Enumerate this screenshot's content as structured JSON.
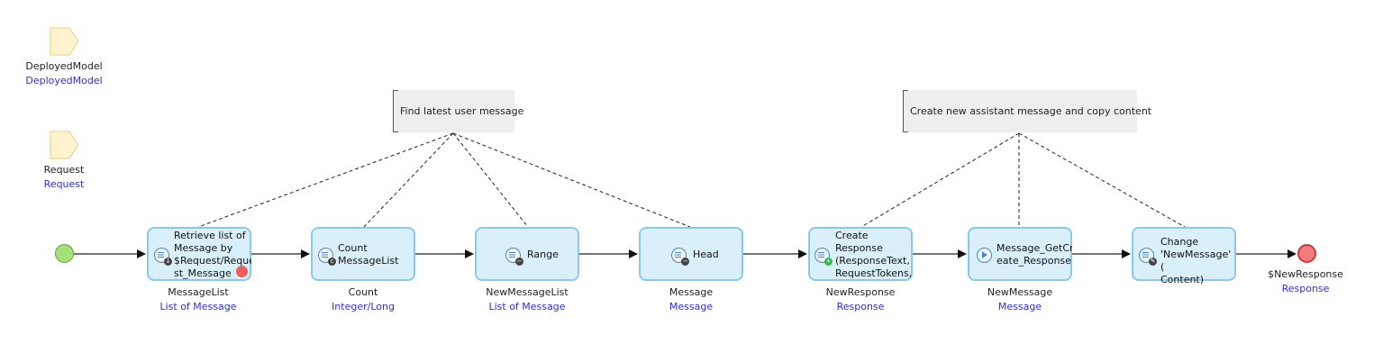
{
  "parameters": [
    {
      "name": "DeployedModel",
      "type": "DeployedModel"
    },
    {
      "name": "Request",
      "type": "Request"
    }
  ],
  "annotations": [
    {
      "text": "Find latest user message"
    },
    {
      "text": "Create new assistant message and copy content"
    }
  ],
  "activities": [
    {
      "label": "Retrieve list of\nMessage by\n$Request/Reque\nst_Message",
      "output_name": "MessageList",
      "output_type": "List of Message",
      "icon": "retrieve-icon",
      "has_error": true
    },
    {
      "label": "Count\nMessageList",
      "output_name": "Count",
      "output_type": "Integer/Long",
      "icon": "aggregate-icon"
    },
    {
      "label": "Range",
      "output_name": "NewMessageList",
      "output_type": "List of Message",
      "icon": "list-operation-icon"
    },
    {
      "label": "Head",
      "output_name": "Message",
      "output_type": "Message",
      "icon": "list-operation-icon"
    },
    {
      "label": "Create\nResponse\n(ResponseText,\nRequestTokens,",
      "output_name": "NewResponse",
      "output_type": "Response",
      "icon": "create-object-icon"
    },
    {
      "label": "Message_GetCr\neate_Response",
      "output_name": "NewMessage",
      "output_type": "Message",
      "icon": "microflow-call-icon"
    },
    {
      "label": "Change\n'NewMessage' (\nContent)",
      "output_name": "",
      "output_type": "",
      "icon": "change-object-icon"
    }
  ],
  "end_event": {
    "name": "$NewResponse",
    "type": "Response"
  },
  "colors": {
    "activity_fill": "#d9f0fb",
    "activity_border": "#8cc8ea",
    "start_event": "#a6e07a",
    "end_event": "#f47c7c",
    "type_text": "#2f2fd8",
    "parameter_fill": "#fdf4cf"
  }
}
